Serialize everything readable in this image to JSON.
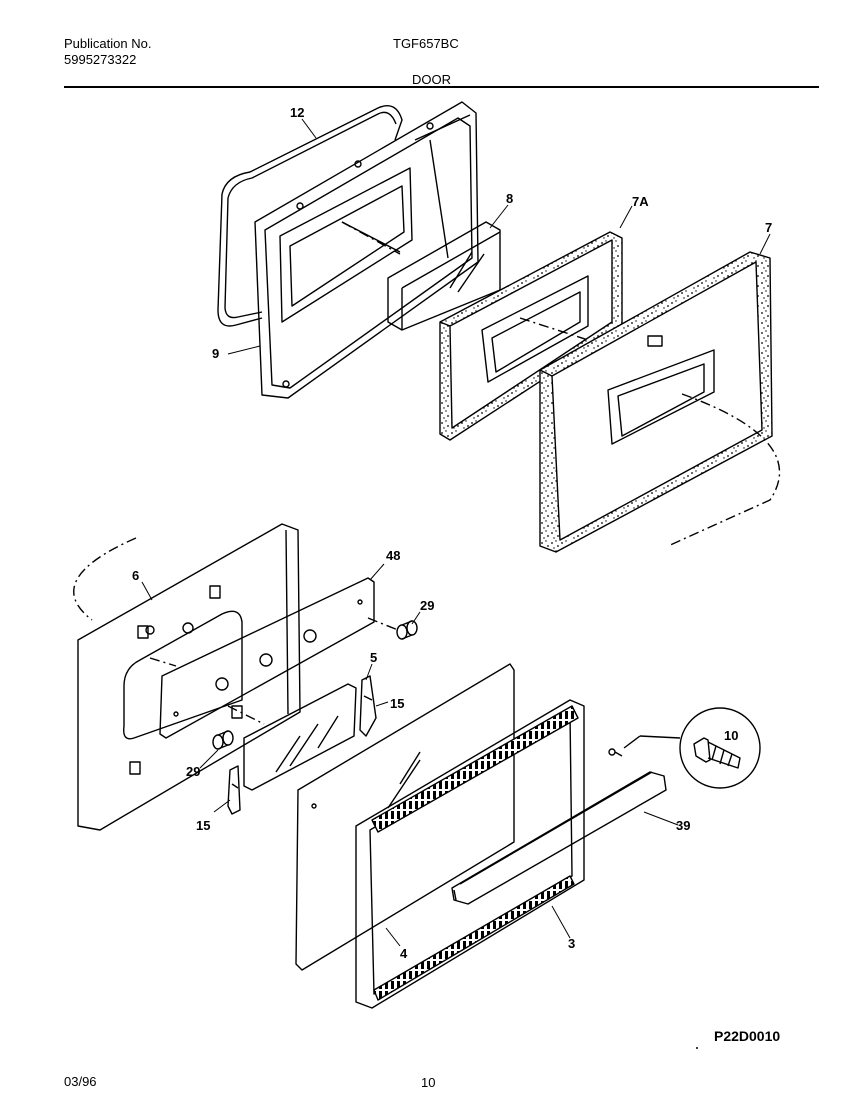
{
  "header": {
    "publication_label": "Publication No.",
    "publication_number": "5995273322",
    "model": "TGF657BC",
    "section_title": "DOOR"
  },
  "callouts": {
    "c12": "12",
    "c8": "8",
    "c7A": "7A",
    "c7": "7",
    "c9": "9",
    "c6": "6",
    "c48": "48",
    "c29a": "29",
    "c5": "5",
    "c15a": "15",
    "c29b": "29",
    "c15b": "15",
    "c10": "10",
    "c39": "39",
    "c4": "4",
    "c3": "3"
  },
  "footer": {
    "diagram_code": "P22D0010",
    "date": "03/96",
    "page_number": "10"
  }
}
